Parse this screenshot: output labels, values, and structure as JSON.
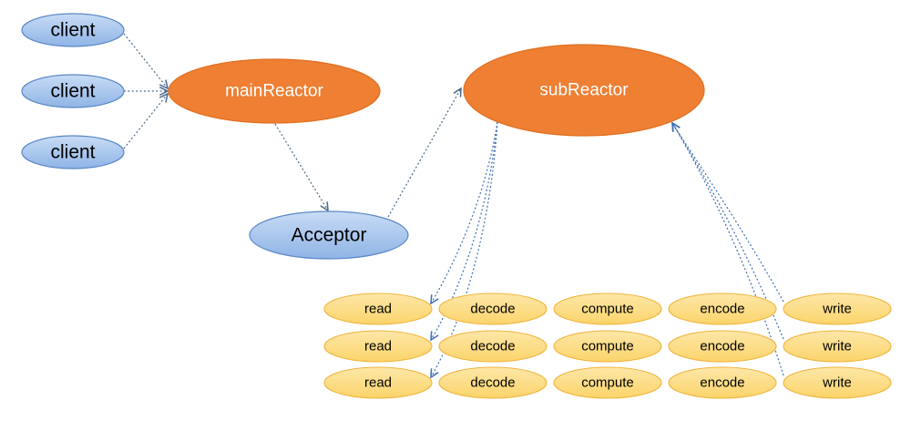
{
  "diagram": {
    "clients": [
      {
        "label": "client"
      },
      {
        "label": "client"
      },
      {
        "label": "client"
      }
    ],
    "main_reactor": {
      "label": "mainReactor"
    },
    "acceptor": {
      "label": "Acceptor"
    },
    "sub_reactor": {
      "label": "subReactor"
    },
    "task_rows": [
      {
        "stages": [
          "read",
          "decode",
          "compute",
          "encode",
          "write"
        ]
      },
      {
        "stages": [
          "read",
          "decode",
          "compute",
          "encode",
          "write"
        ]
      },
      {
        "stages": [
          "read",
          "decode",
          "compute",
          "encode",
          "write"
        ]
      }
    ]
  },
  "colors": {
    "client_fill": "#a9c8ee",
    "client_stroke": "#5b87c5",
    "reactor_fill": "#ee7f33",
    "reactor_stroke": "#e06f20",
    "task_fill": "#fddc82",
    "task_stroke": "#f0b43c"
  }
}
